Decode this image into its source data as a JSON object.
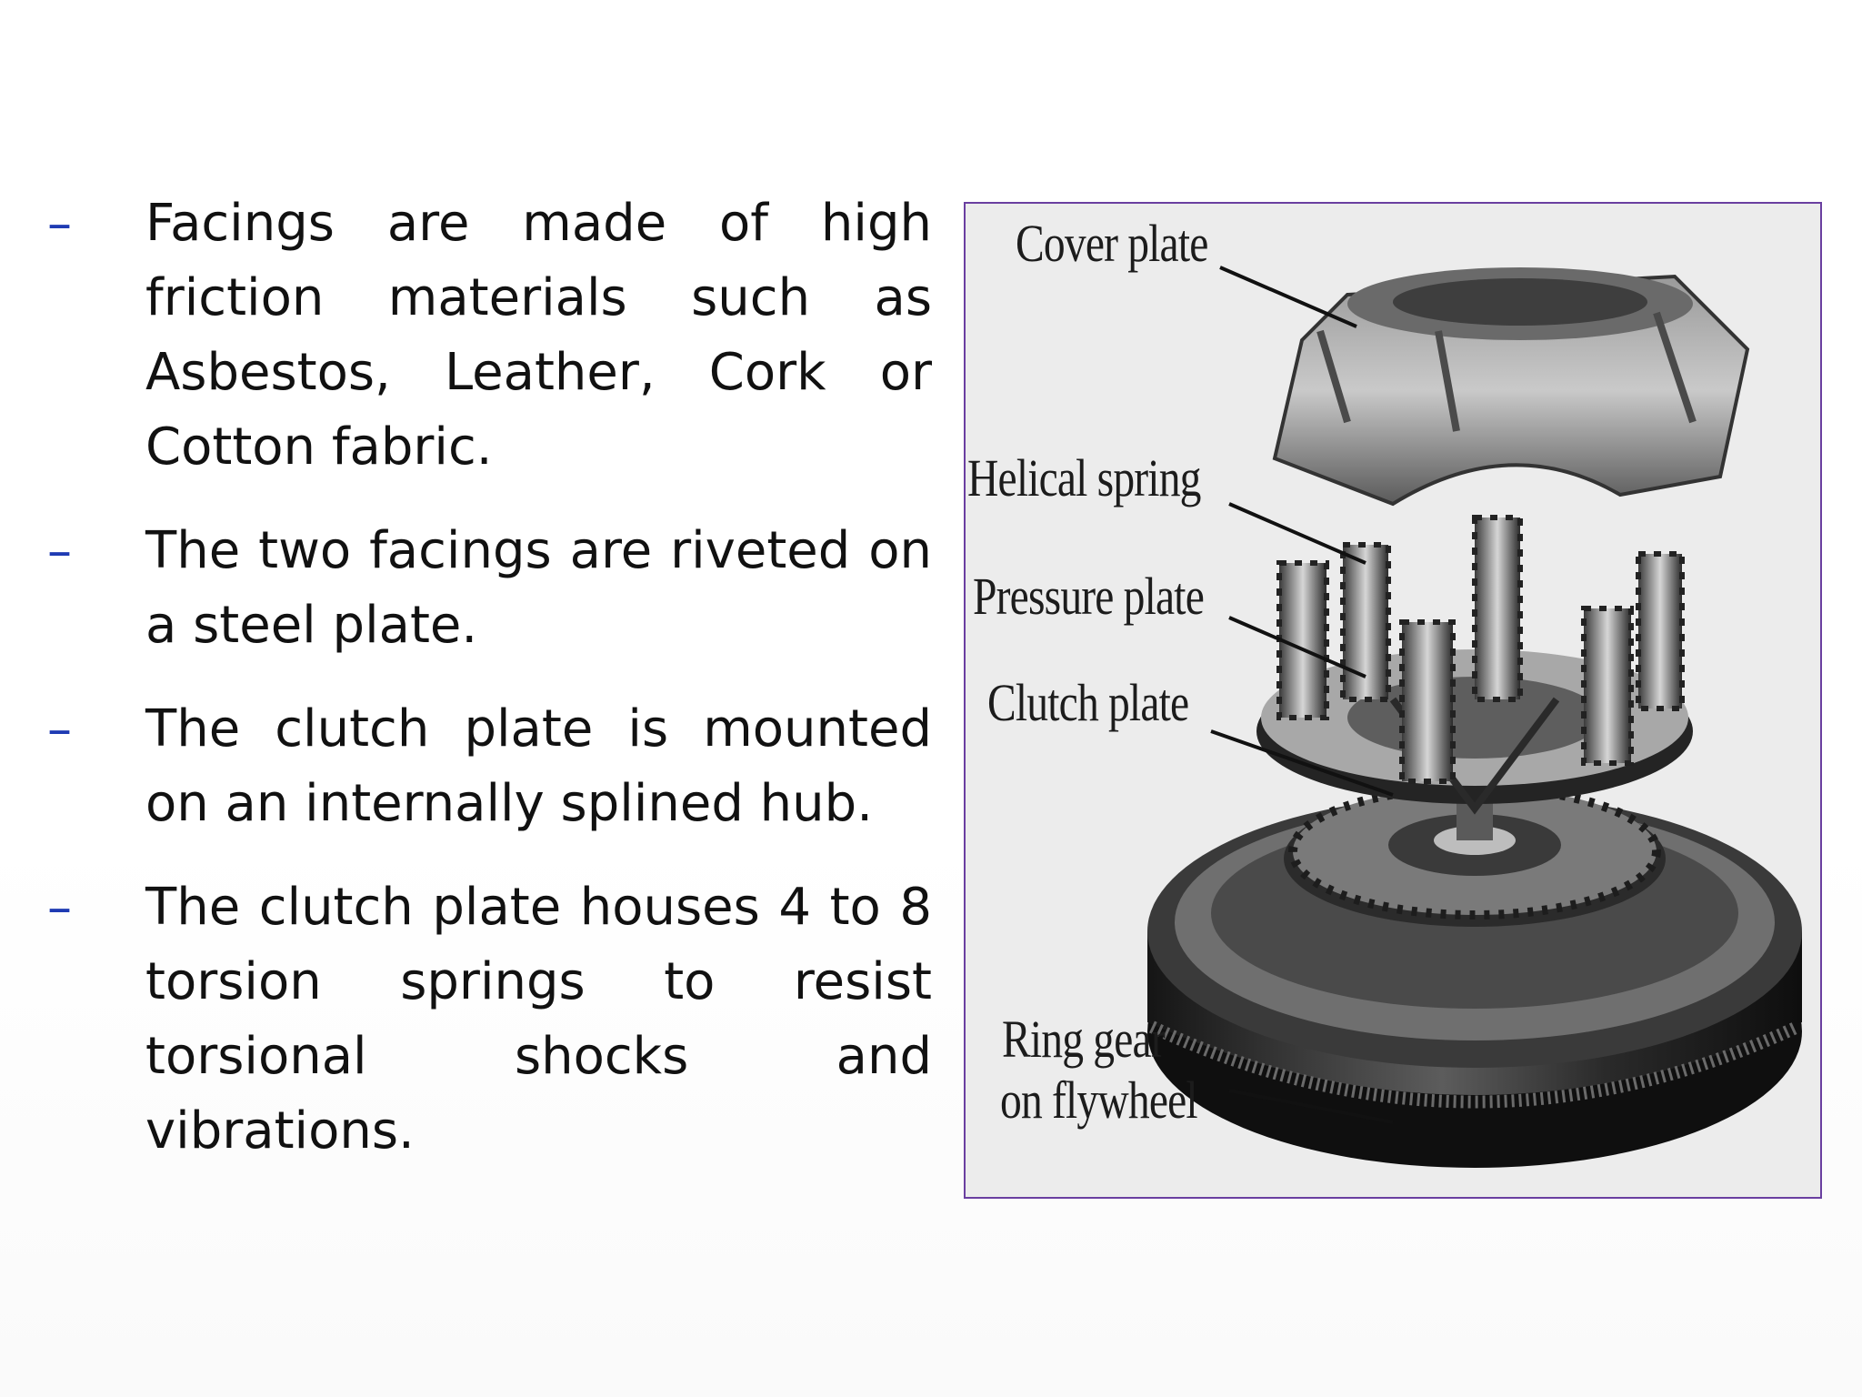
{
  "bullets": [
    {
      "text": "Facings are made of high friction materials such as Asbestos, Leather, Cork or Cotton fabric."
    },
    {
      "text": "The two facings are riveted on a steel plate."
    },
    {
      "text": "The clutch plate is mounted on an internally splined hub."
    },
    {
      "text": "The clutch plate houses 4 to 8 torsion springs to resist torsional shocks and vibrations."
    }
  ],
  "bullet_marker": "–",
  "figure": {
    "labels": {
      "cover_plate": "Cover plate",
      "helical_spring": "Helical spring",
      "pressure_plate": "Pressure plate",
      "clutch_plate": "Clutch plate",
      "ring_gear_line1": "Ring gear",
      "ring_gear_line2": "on flywheel"
    }
  },
  "colors": {
    "bullet_dash": "#1f3bb3",
    "figure_border": "#6a3fa0",
    "text": "#111111"
  }
}
